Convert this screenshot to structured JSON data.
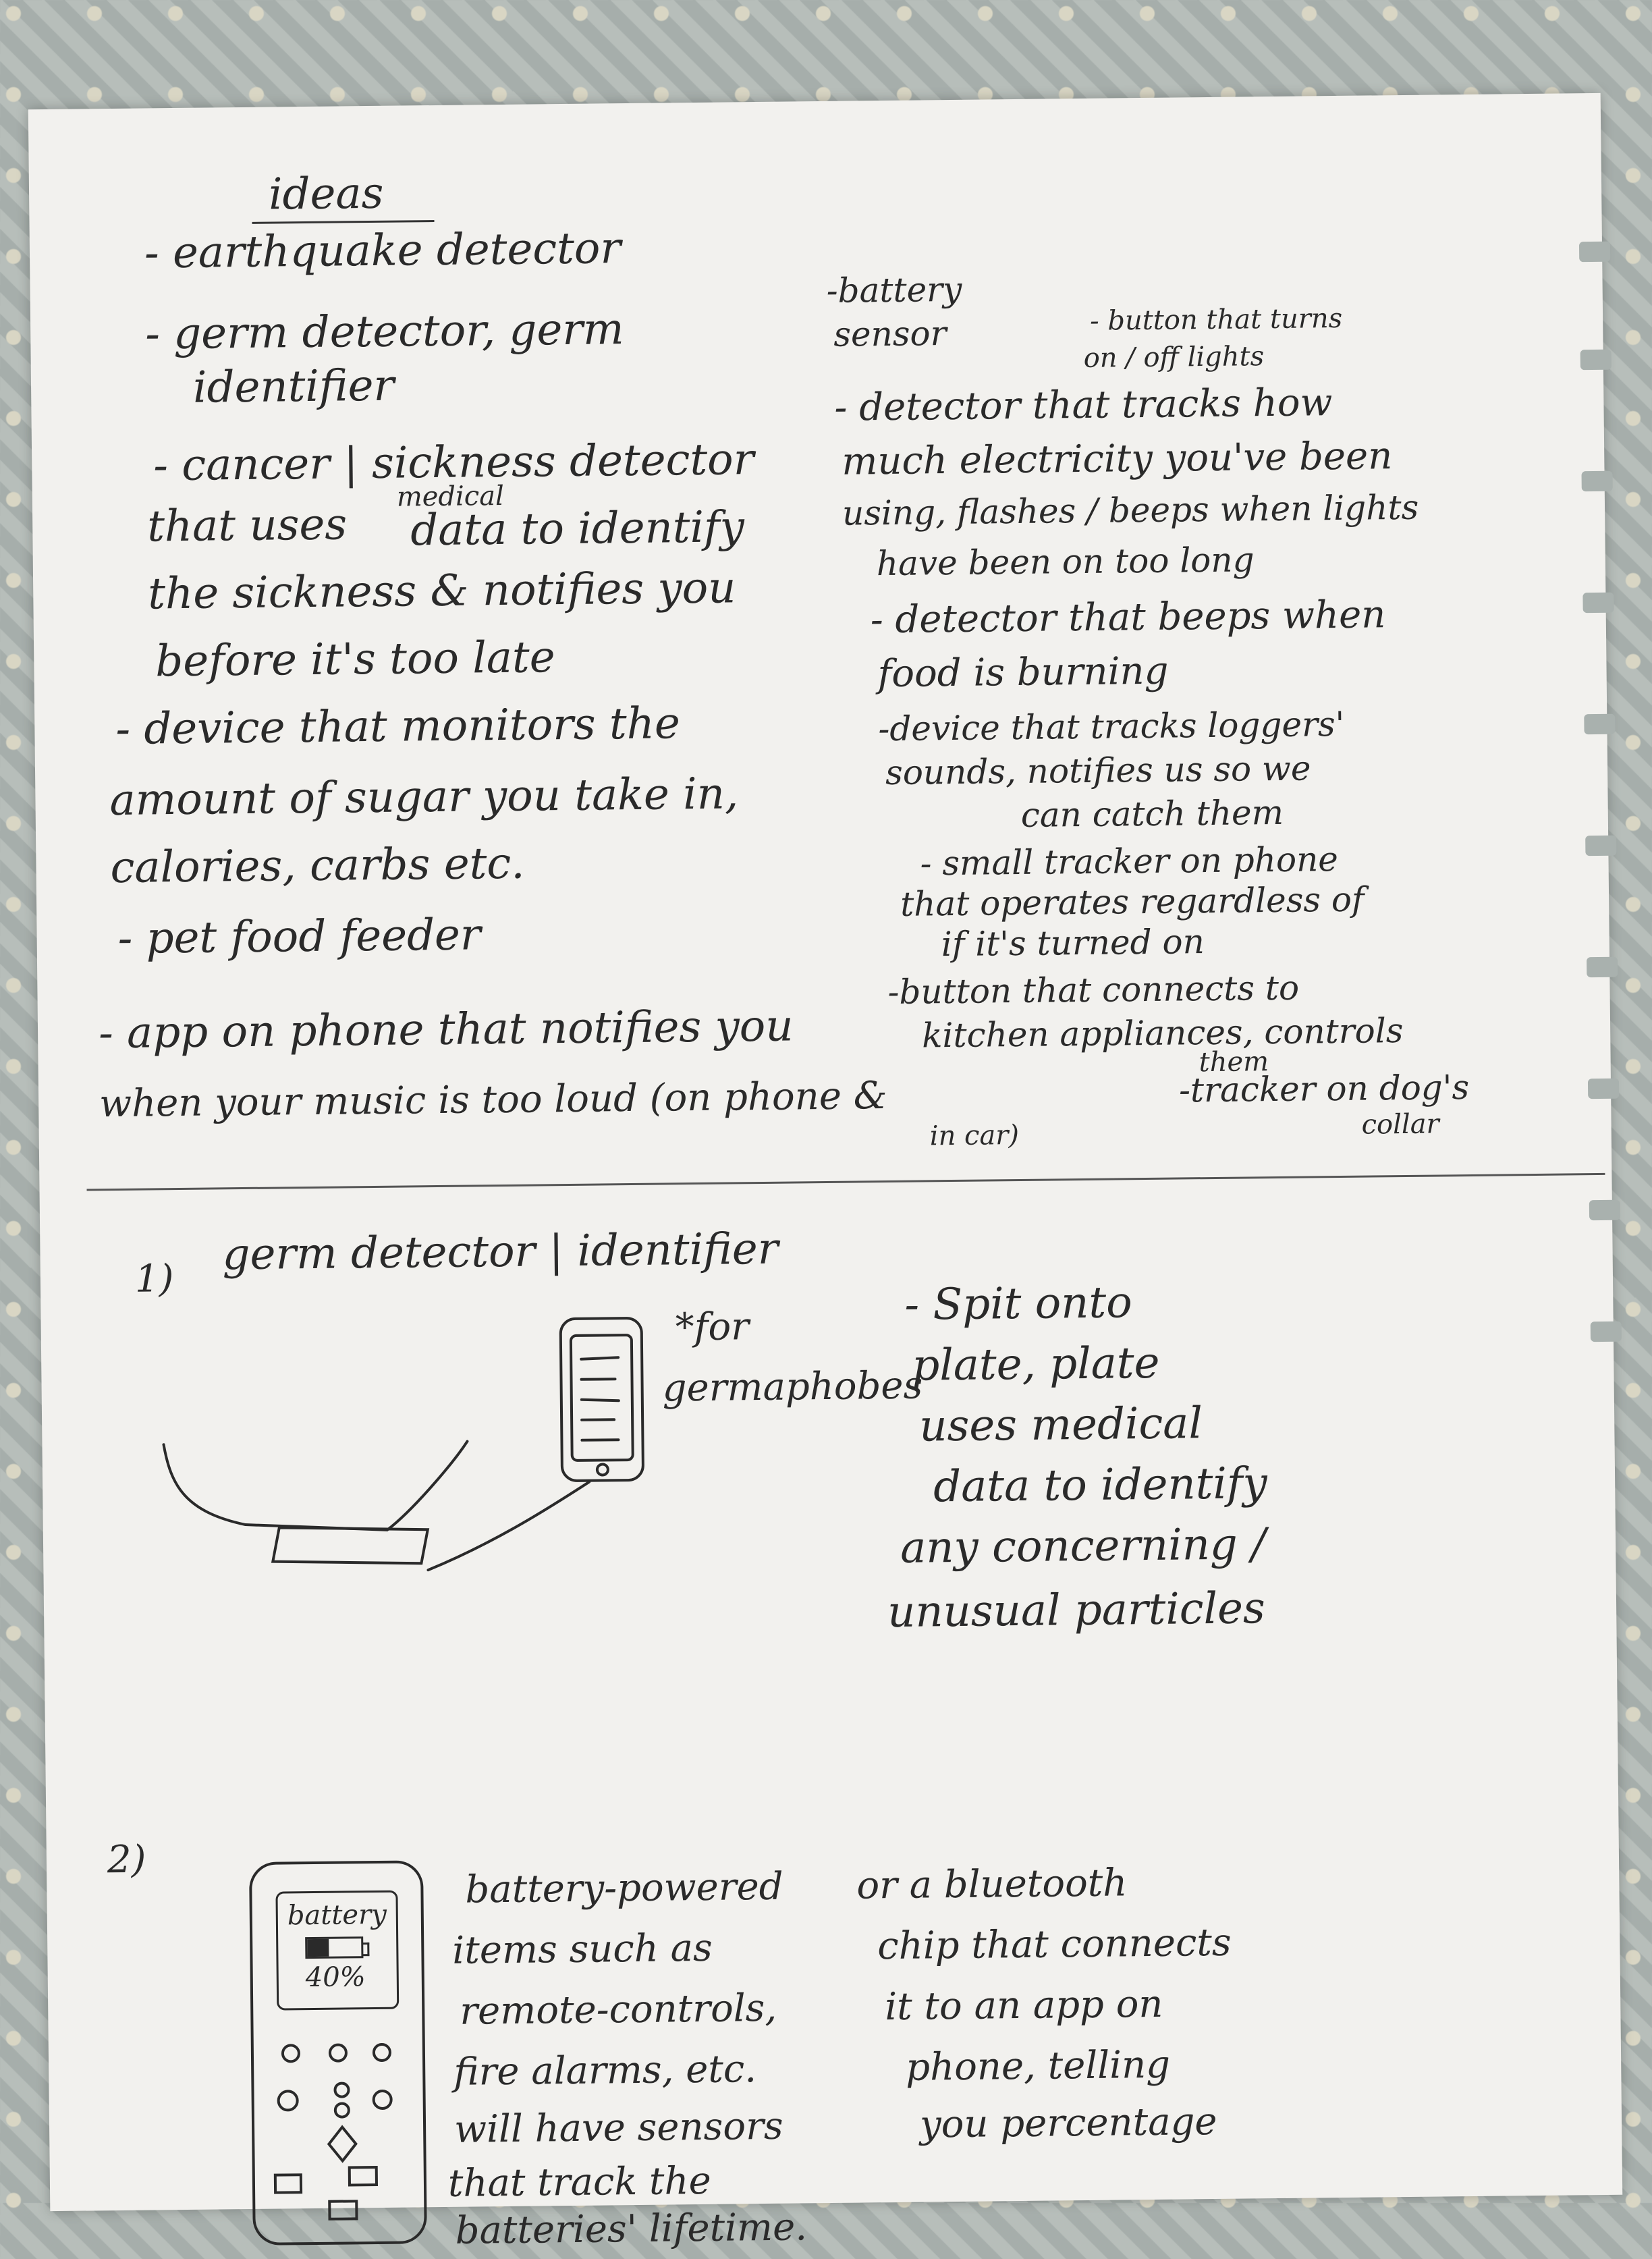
{
  "heading": "ideas",
  "left_list": [
    "- earthquake detector",
    "- germ detector, germ",
    "identifier",
    "- cancer | sickness detector",
    "that uses",
    "medical",
    "data to identify",
    "the sickness & notifies you",
    "before it's too late",
    "- device that monitors the",
    "amount of sugar you take in,",
    "calories, carbs etc.",
    "- pet food feeder",
    "- app on phone that notifies you",
    "when your music is too loud (on phone &",
    "in car)"
  ],
  "right_list": [
    "-battery",
    "sensor",
    "- button that turns",
    "on / off lights",
    "- detector that tracks how",
    "much electricity you've been",
    "using, flashes / beeps when lights",
    "have been on too long",
    "- detector that beeps when",
    "food is burning",
    "-device that tracks loggers'",
    "sounds, notifies us so we",
    "can catch them",
    "- small tracker on phone",
    "that operates regardless of",
    "if it's turned on",
    "-button that connects to",
    "kitchen appliances, controls",
    "them",
    "-tracker on dog's",
    "collar"
  ],
  "idea1": {
    "number": "1)",
    "title": "germ detector | identifier",
    "note": "*for",
    "note2": "germaphobes",
    "desc": [
      "- Spit onto",
      "plate, plate",
      "uses medical",
      "data to identify",
      "any concerning /",
      "unusual particles"
    ]
  },
  "idea2": {
    "number": "2)",
    "phone_label": "battery",
    "phone_percent": "40%",
    "battery_level": 0.4,
    "desc_left": [
      "battery-powered",
      "items such as",
      "remote-controls,",
      "fire alarms, etc.",
      "will have sensors",
      "that track the",
      "batteries' lifetime."
    ],
    "desc_right": [
      "or a bluetooth",
      "chip that connects",
      "it to an app on",
      "phone, telling",
      "you percentage"
    ]
  }
}
